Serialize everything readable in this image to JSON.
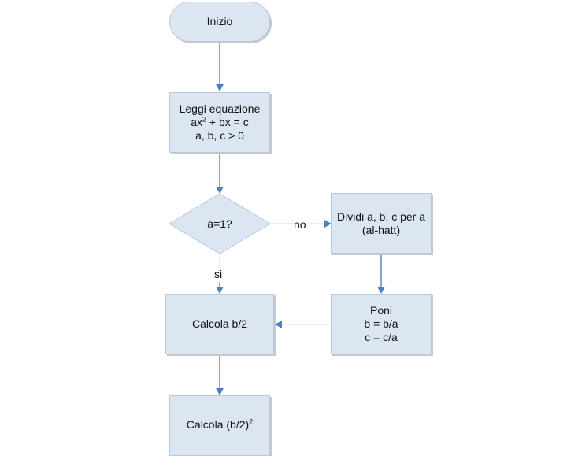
{
  "flowchart": {
    "start": {
      "label": "Inizio"
    },
    "read": {
      "line1": "Leggi equazione",
      "line2_pre": "ax",
      "line2_sup": "2",
      "line2_post": " + bx = c",
      "line3": "a, b, c > 0"
    },
    "decision": {
      "label": "a=1?"
    },
    "edge_no": "no",
    "edge_yes": "si",
    "divide": {
      "line1": "Dividi a, b, c per a",
      "line2": "(al-hatt)"
    },
    "assign": {
      "line1": "Poni",
      "line2": "b = b/a",
      "line3": "c = c/a"
    },
    "half_b": {
      "label": "Calcola b/2"
    },
    "square": {
      "pre": "Calcola (b/2)",
      "sup": "2"
    }
  },
  "colors": {
    "node_fill": "#dce6f2",
    "node_border": "#b9c9dc",
    "arrow": "#4f81bd",
    "faint_line": "#dde6f0"
  }
}
